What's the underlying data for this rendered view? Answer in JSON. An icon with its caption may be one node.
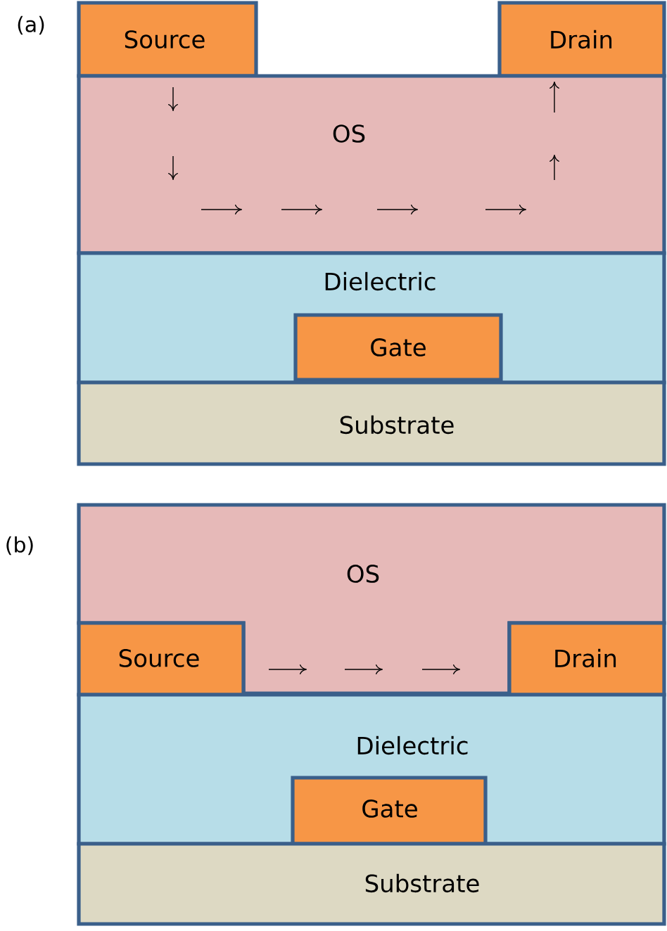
{
  "diagram": {
    "nodes": [
      {
        "text": [
          "Source"
        ]
      },
      {
        "text": [
          "Drain"
        ]
      },
      {
        "text": [
          "OS"
        ]
      },
      {
        "text": [
          "Dielectric"
        ]
      },
      {
        "text": [
          "Gate"
        ],
        "in": 3
      },
      {
        "text": [
          "Substrate"
        ]
      },
      {
        "text": [
          "OS"
        ]
      },
      {
        "text": [
          "Source"
        ]
      },
      {
        "text": [
          "Drain"
        ]
      },
      {
        "text": [
          "Dielectric"
        ]
      },
      {
        "text": [
          "Gate"
        ],
        "in": 9
      },
      {
        "text": [
          "Substrate"
        ]
      }
    ],
    "labels": [
      "(a)",
      "(b)"
    ]
  }
}
